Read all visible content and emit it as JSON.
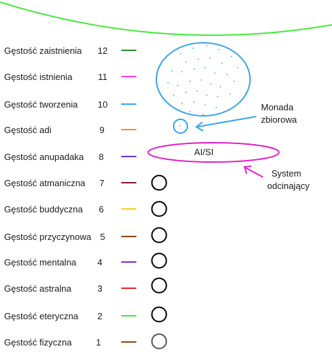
{
  "densities": [
    {
      "name": "Gęstość zaistnienia",
      "number": "12",
      "color": "#2e8b2e"
    },
    {
      "name": "Gęstość istnienia",
      "number": "11",
      "color": "#ff3fd1"
    },
    {
      "name": "Gęstość tworzenia",
      "number": "10",
      "color": "#3aa3e8"
    },
    {
      "name": "Gęstość adi",
      "number": "9",
      "color": "#f28c28"
    },
    {
      "name": "Gęstość anupadaka",
      "number": "8",
      "color": "#6a2fd6"
    },
    {
      "name": "Gęstość atmaniczna",
      "number": "7",
      "color": "#7a1f1f"
    },
    {
      "name": "Gęstość buddyczna",
      "number": "6",
      "color": "#f2d21b"
    },
    {
      "name": "Gęstość przyczynowa",
      "number": "5",
      "color": "#8b4513"
    },
    {
      "name": "Gęstość mentalna",
      "number": "4",
      "color": "#6a2fd6"
    },
    {
      "name": "Gęstość astralna",
      "number": "3",
      "color": "#e8202a"
    },
    {
      "name": "Gęstość eteryczna",
      "number": "2",
      "color": "#44e83a"
    },
    {
      "name": "Gęstość fizyczna",
      "number": "1",
      "color": "#8b4513"
    }
  ],
  "annotations": {
    "monada_line1": "Monada",
    "monada_line2": "zbiorowa",
    "aisi_label": "AI/SI",
    "system_line1": "System",
    "system_line2": "odcinający"
  },
  "colors": {
    "top_arc": "#44e83a",
    "monada": "#3aa3e8",
    "aisi": "#e020c8",
    "circles": "#000000",
    "circle_fizyczna": "#555555"
  }
}
